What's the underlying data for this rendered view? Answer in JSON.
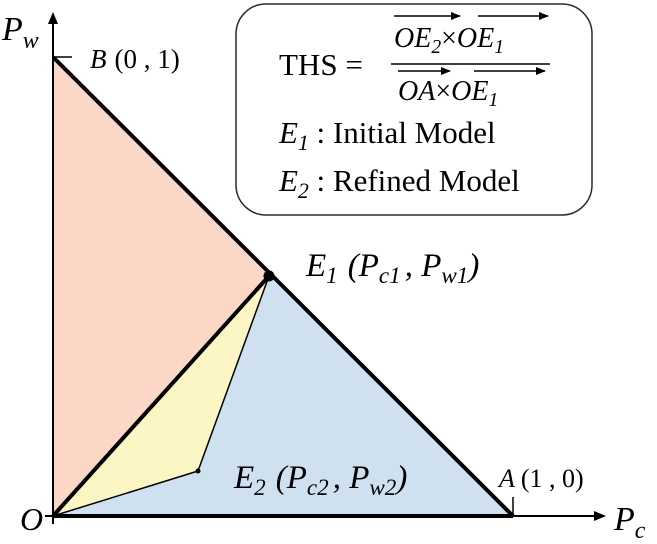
{
  "axes": {
    "y_label": "P",
    "y_label_sub": "w",
    "x_label": "P",
    "x_label_sub": "c",
    "origin_label": "O"
  },
  "points": {
    "B": {
      "name": "B",
      "coords": "(0 , 1)"
    },
    "A": {
      "name": "A",
      "coords": "(1 , 0)"
    },
    "E1": {
      "name": "E",
      "name_sub": "1",
      "open": "(P",
      "c_sub": "c1",
      "sep": ", P",
      "w_sub": "w1",
      "close": ")"
    },
    "E2": {
      "name": "E",
      "name_sub": "2",
      "open": "(P",
      "c_sub": "c2",
      "sep": ", P",
      "w_sub": "w2",
      "close": ")"
    }
  },
  "legend": {
    "ths_label": "THS =",
    "numerator_a": "OE",
    "numerator_a_sub": "2",
    "cross": "×",
    "numerator_b": "OE",
    "numerator_b_sub": "1",
    "denominator_a": "OA",
    "denominator_b": "OE",
    "denominator_b_sub": "1",
    "line1_name": "E",
    "line1_sub": "1",
    "line1_text": " : Initial Model",
    "line2_name": "E",
    "line2_sub": "2",
    "line2_text": " : Refined Model"
  },
  "colors": {
    "region_upper": "#fad7c7",
    "region_lower": "#cfe1f0",
    "region_inner": "#fbf6c4",
    "stroke": "#000000",
    "box_border": "#2b2b2b"
  }
}
